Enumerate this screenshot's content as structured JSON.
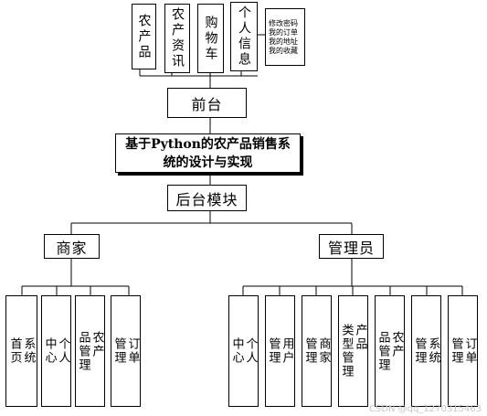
{
  "frontend": {
    "label": "前台",
    "modules": [
      "农产品",
      "农产资讯",
      "购物车",
      "个人信息"
    ],
    "personal_info_items": [
      "修改密码",
      "我的订单",
      "我的地址",
      "我的收藏"
    ]
  },
  "system_title": "基于Python的农产品销售系统的设计与实现",
  "system_title_lines": [
    "基于Python的农产品销售系",
    "统的设计与实现"
  ],
  "backend": {
    "label": "后台模块",
    "merchant": {
      "label": "商家",
      "modules": [
        "系统首页",
        "个人中心",
        "农产品管理",
        "订单管理"
      ]
    },
    "admin": {
      "label": "管理员",
      "modules": [
        "个人中心",
        "用户管理",
        "商家管理",
        "产品类型管理",
        "农产品管理",
        "系统管理",
        "订单管理"
      ]
    }
  },
  "watermark": "CSDN @qq_1270315463"
}
